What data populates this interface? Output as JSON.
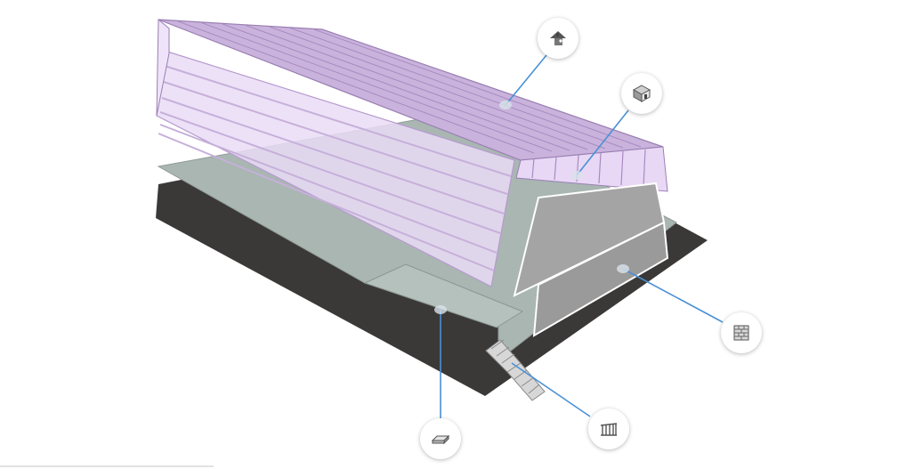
{
  "diagram": {
    "components": [
      {
        "key": "roof",
        "icon": "roof-icon"
      },
      {
        "key": "mass",
        "icon": "mass-box-icon"
      },
      {
        "key": "wall",
        "icon": "brick-wall-icon"
      },
      {
        "key": "floor",
        "icon": "floor-slab-icon"
      },
      {
        "key": "stair",
        "icon": "stair-railing-icon"
      }
    ],
    "colors": {
      "roof": "#c9b3dc",
      "roof_edge": "#9a7fb3",
      "glass": "#eadcf6",
      "slab": "#a9b6b2",
      "ground": "#3b3838",
      "wall": "#a0a0a0",
      "leader": "#4a90d6"
    }
  }
}
